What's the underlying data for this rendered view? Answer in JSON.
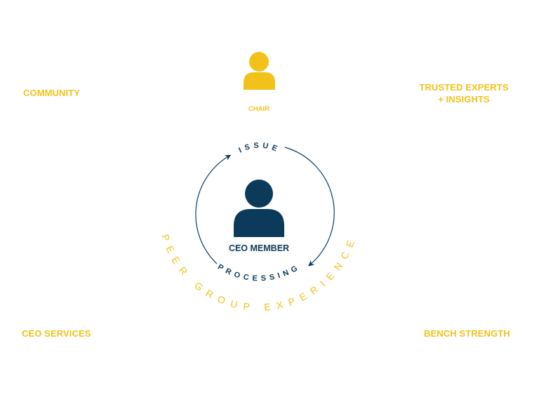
{
  "colors": {
    "yellow": "#F2C21B",
    "navy": "#0B3A5B",
    "background": "#FFFFFF"
  },
  "corners": {
    "top_left": "COMMUNITY",
    "top_right_line1": "TRUSTED EXPERTS",
    "top_right_line2": "+ INSIGHTS",
    "bottom_left": "CEO SERVICES",
    "bottom_right": "BENCH STRENGTH"
  },
  "chair": {
    "icon": "person-icon",
    "label": "CHAIR"
  },
  "center": {
    "icon": "person-icon",
    "label": "CEO MEMBER",
    "cycle_top": "ISSUE",
    "cycle_bottom": "PROCESSING",
    "outer_arc": "PEER GROUP EXPERIENCE"
  }
}
